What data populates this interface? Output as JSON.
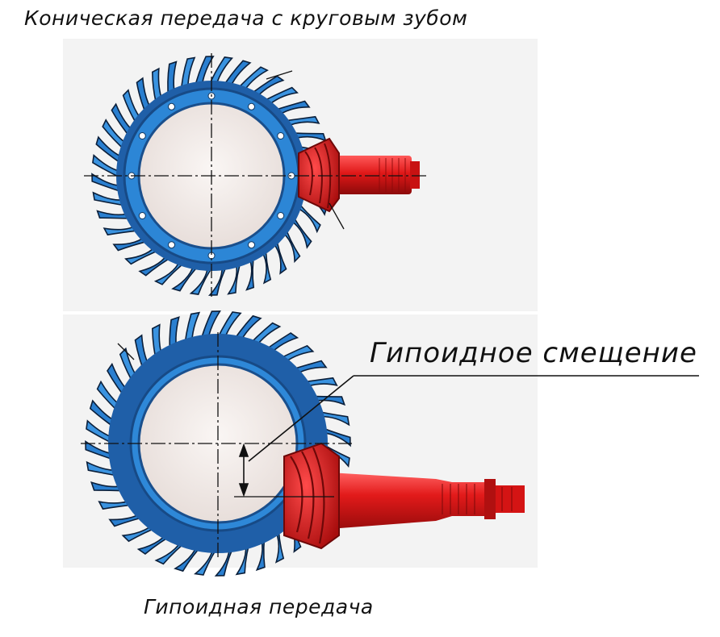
{
  "captions": {
    "top_title": "Коническая передача с круговым зубом",
    "offset_label": "Гипоидное смещение",
    "bottom_title": "Гипоидная передача"
  },
  "colors": {
    "gear_blue": "#2a7fd0",
    "gear_blue_dark": "#1a4f8c",
    "gear_shadow": "#0b1f3a",
    "pinion_red": "#e01818",
    "pinion_red_dark": "#8c0a0a",
    "face_fill": "#f2ecea",
    "panel_bg": "#f3f3f3",
    "line": "#111111"
  },
  "gears": [
    {
      "name": "spiral-bevel-gear",
      "teeth": 40,
      "bolt_holes": 12
    },
    {
      "name": "hypoid-gear",
      "teeth": 40,
      "bolt_holes": 0
    }
  ]
}
